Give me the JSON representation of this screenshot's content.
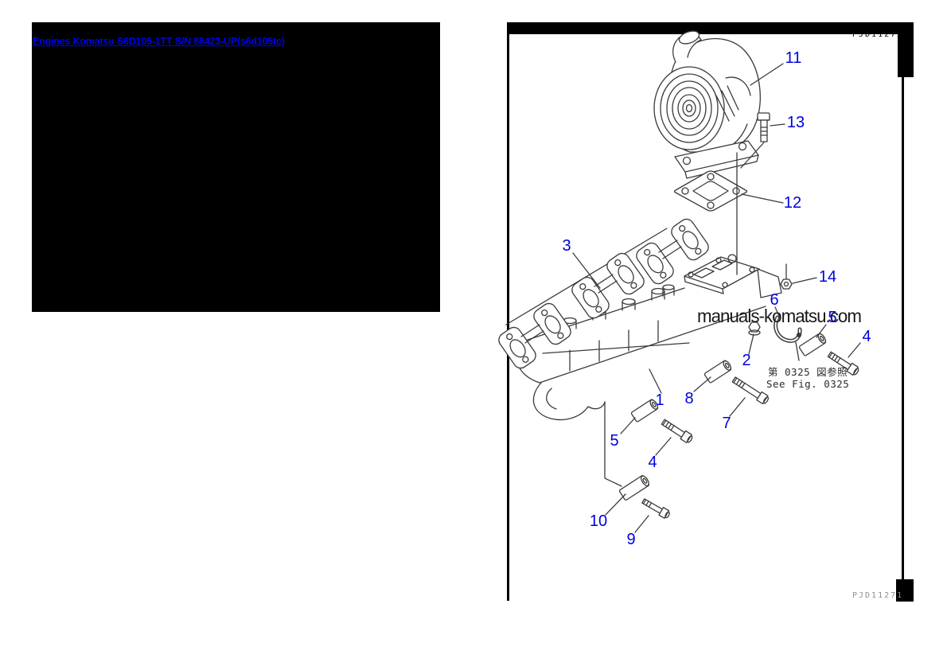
{
  "page": {
    "background": "#ffffff"
  },
  "header": {
    "link": {
      "text": "Engines Komatsu S6D105-1TT S/N 86423-UP(s6d105tc)",
      "color": "#0000ee"
    }
  },
  "diagram": {
    "watermark": "manuals-komatsu.com",
    "note_jp": "第 0325 図参照",
    "note_en": "See Fig. 0325",
    "page_code": "PJD11271",
    "callout_color": "#0000dd",
    "line_color": "#3b3b3b",
    "callouts": [
      {
        "label": "11"
      },
      {
        "label": "13"
      },
      {
        "label": "12"
      },
      {
        "label": "3"
      },
      {
        "label": "14"
      },
      {
        "label": "6"
      },
      {
        "label": "5"
      },
      {
        "label": "4"
      },
      {
        "label": "2"
      },
      {
        "label": "1"
      },
      {
        "label": "8"
      },
      {
        "label": "7"
      },
      {
        "label": "5"
      },
      {
        "label": "4"
      },
      {
        "label": "10"
      },
      {
        "label": "9"
      }
    ]
  }
}
